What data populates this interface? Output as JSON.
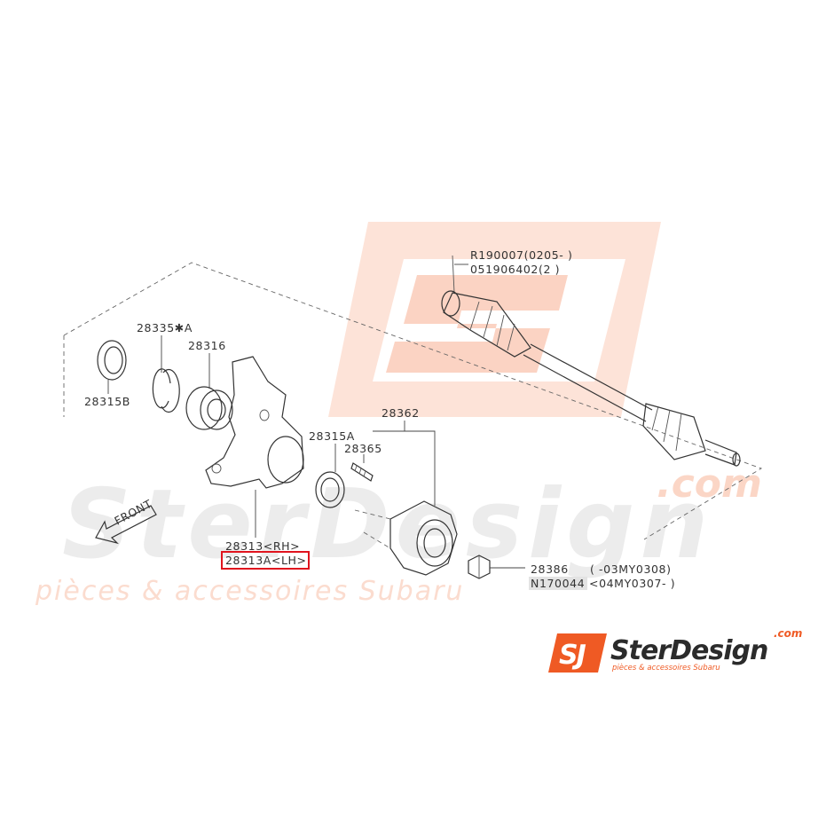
{
  "diagram": {
    "labels": {
      "p28335": "28335✱A",
      "p28316": "28316",
      "p28315b": "28315B",
      "p28362": "28362",
      "p28315a": "28315A",
      "p28365": "28365",
      "p28313_rh": "28313<RH>",
      "p28313a_lh": "28313A<LH>",
      "p28386": "28386",
      "p28386_range": "(        -03MY0308)",
      "n170044": "N170044",
      "n170044_range": "<04MY0307-        )",
      "r190007": "R190007(0205-    )",
      "p051906402": "051906402(2  )",
      "front": "FRONT"
    },
    "highlight_part": "28313A<LH>",
    "highlight_color": "#e0141e"
  },
  "watermark": {
    "big_text": "SterDesign",
    "dot_com": ".com",
    "tagline": "pièces & accessoires Subaru",
    "color": "#fbd6c6"
  },
  "logo": {
    "mark": "SJ",
    "name": "SterDesign",
    "dot_com": ".com",
    "tagline": "pièces & accessoires Subaru",
    "mark_color": "#ef5a24",
    "text_color": "#2b2b2b"
  }
}
